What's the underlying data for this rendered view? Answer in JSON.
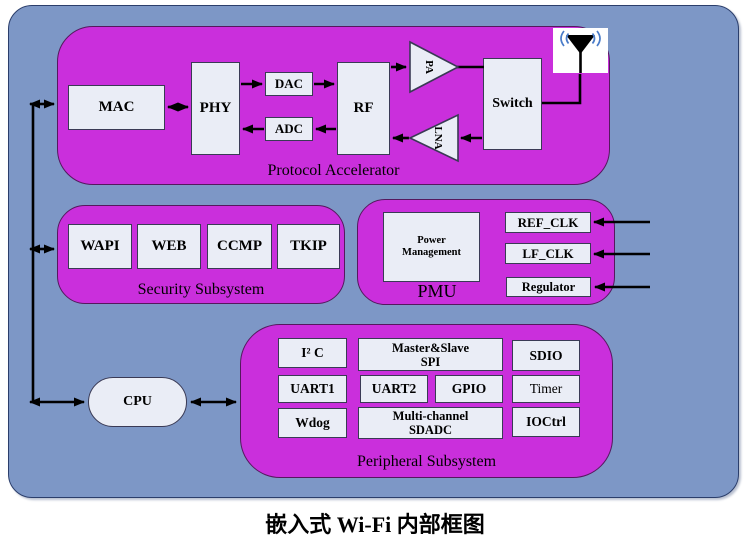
{
  "caption": "嵌入式 Wi-Fi 内部框图",
  "colors": {
    "board": "#7D97C6",
    "block": "#CA2FDC",
    "box": "#EAEDF6",
    "wire": "#000000",
    "wave": "#4A7CC9"
  },
  "protocol": {
    "label": "Protocol Accelerator",
    "mac": "MAC",
    "phy": "PHY",
    "dac": "DAC",
    "adc": "ADC",
    "rf": "RF",
    "pa": "PA",
    "lna": "LNA",
    "switch": "Switch"
  },
  "security": {
    "label": "Security Subsystem",
    "wapi": "WAPI",
    "web": "WEB",
    "ccmp": "CCMP",
    "tkip": "TKIP"
  },
  "pmu": {
    "label": "PMU",
    "power": "Power\nManagement",
    "ref_clk": "REF_CLK",
    "lf_clk": "LF_CLK",
    "regulator": "Regulator"
  },
  "peripheral": {
    "label": "Peripheral Subsystem",
    "i2c": "I² C",
    "spi": "Master&Slave\nSPI",
    "sdio": "SDIO",
    "uart1": "UART1",
    "uart2": "UART2",
    "gpio": "GPIO",
    "timer": "Timer",
    "wdog": "Wdog",
    "sdadc": "Multi-channel\nSDADC",
    "ioctrl": "IOCtrl"
  },
  "cpu": "CPU"
}
